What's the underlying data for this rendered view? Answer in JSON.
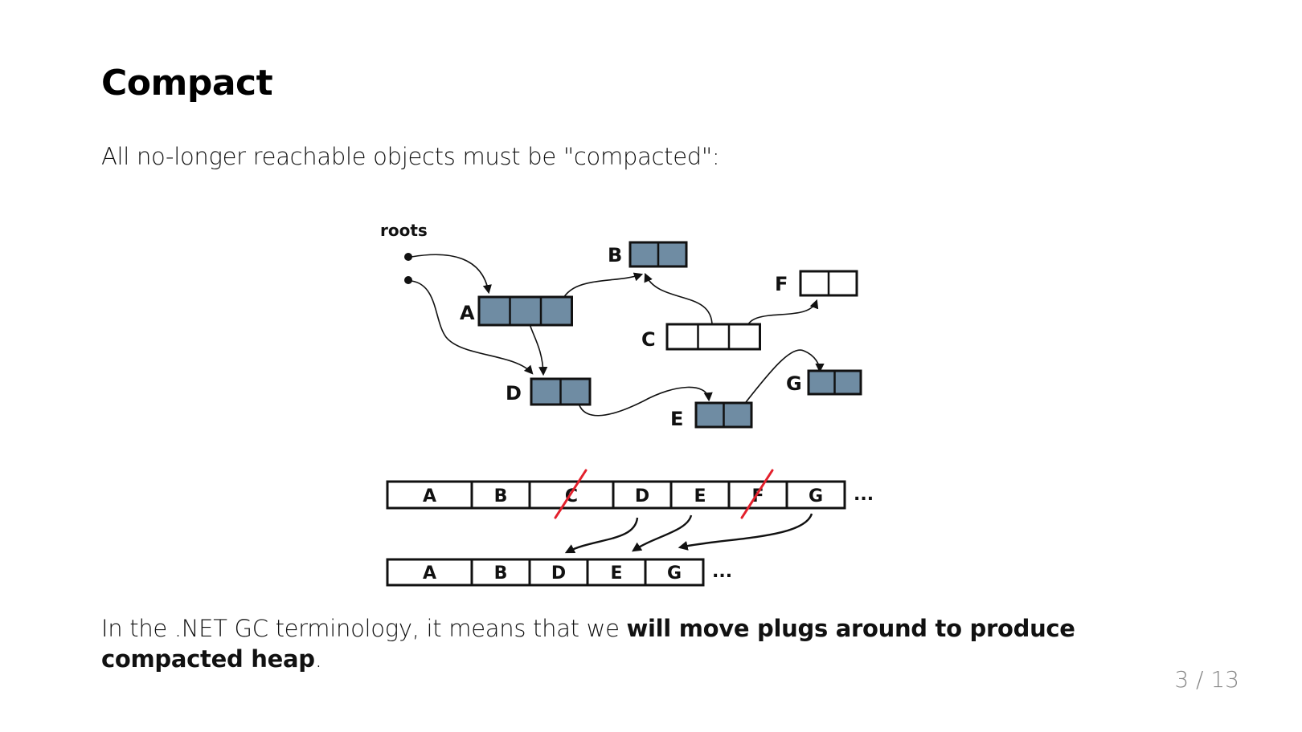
{
  "slide": {
    "title": "Compact",
    "intro": "All no-longer reachable objects must be \"compacted\":",
    "outro_plain": "In the .NET GC terminology, it means that we ",
    "outro_bold": "will move plugs around to produce compacted heap",
    "outro_end": ".",
    "page_current": "3",
    "page_sep": "/",
    "page_total": "13",
    "page_label": "3 / 13"
  },
  "diagram": {
    "colors": {
      "live_fill": "#6f8ca3",
      "dead_fill": "#ffffff",
      "stroke": "#111111",
      "strike": "#e3202c"
    },
    "roots_label": "roots",
    "objects": [
      {
        "id": "A",
        "label": "A",
        "cells": 3,
        "live": true
      },
      {
        "id": "B",
        "label": "B",
        "cells": 2,
        "live": true
      },
      {
        "id": "C",
        "label": "C",
        "cells": 3,
        "live": false
      },
      {
        "id": "D",
        "label": "D",
        "cells": 2,
        "live": true
      },
      {
        "id": "E",
        "label": "E",
        "cells": 2,
        "live": true
      },
      {
        "id": "F",
        "label": "F",
        "cells": 2,
        "live": false
      },
      {
        "id": "G",
        "label": "G",
        "cells": 2,
        "live": true
      }
    ],
    "references": [
      {
        "from": "root1",
        "to": "A"
      },
      {
        "from": "root2",
        "to": "D"
      },
      {
        "from": "A",
        "to": "B"
      },
      {
        "from": "A",
        "to": "D"
      },
      {
        "from": "C",
        "to": "B"
      },
      {
        "from": "C",
        "to": "F"
      },
      {
        "from": "D",
        "to": "E"
      },
      {
        "from": "E",
        "to": "G"
      }
    ],
    "heap_before": {
      "cells": [
        "A",
        "B",
        "C",
        "D",
        "E",
        "F",
        "G"
      ],
      "struck": [
        "C",
        "F"
      ],
      "ellipsis": "..."
    },
    "heap_after": {
      "cells": [
        "A",
        "B",
        "D",
        "E",
        "G"
      ],
      "ellipsis": "..."
    }
  }
}
